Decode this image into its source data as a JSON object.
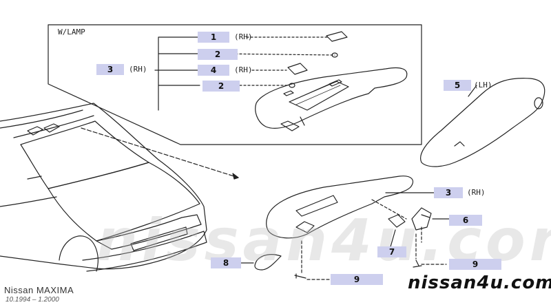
{
  "diagram": {
    "lamp_label": "W/LAMP",
    "callouts": [
      {
        "id": "c1",
        "number": "1",
        "side": "(RH)"
      },
      {
        "id": "c2a",
        "number": "2",
        "side": ""
      },
      {
        "id": "c3a",
        "number": "3",
        "side": "(RH)"
      },
      {
        "id": "c4",
        "number": "4",
        "side": "(RH)"
      },
      {
        "id": "c2b",
        "number": "2",
        "side": ""
      },
      {
        "id": "c5",
        "number": "5",
        "side": "(LH)"
      },
      {
        "id": "c3b",
        "number": "3",
        "side": "(RH)"
      },
      {
        "id": "c6",
        "number": "6",
        "side": ""
      },
      {
        "id": "c7",
        "number": "7",
        "side": ""
      },
      {
        "id": "c8",
        "number": "8",
        "side": ""
      },
      {
        "id": "c9a",
        "number": "9",
        "side": ""
      },
      {
        "id": "c9b",
        "number": "9",
        "side": ""
      }
    ]
  },
  "vehicle": {
    "model": "Nissan  MAXIMA",
    "production": "10.1994  –  1.2000"
  },
  "branding": {
    "site": "nissan4u.com",
    "watermark": "nissan4u.com"
  },
  "colors": {
    "callout_bg": "#cdcfee",
    "line": "#222222"
  }
}
